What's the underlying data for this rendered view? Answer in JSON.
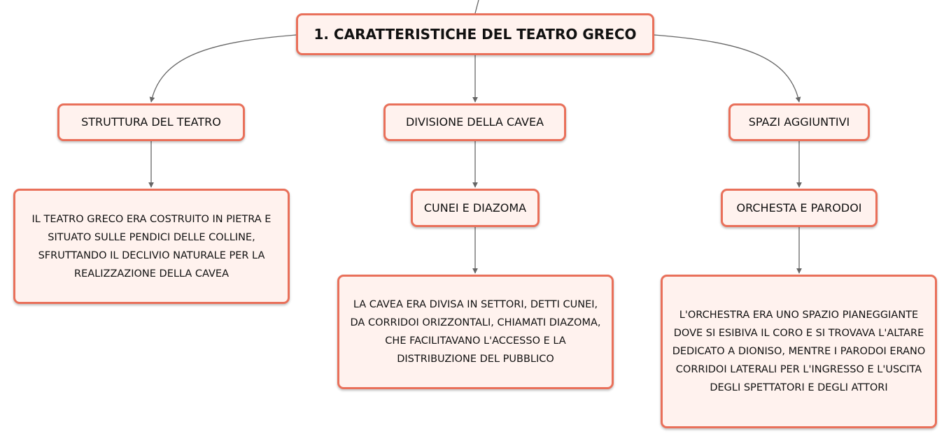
{
  "mindmap": {
    "root": {
      "label": "1. CARATTERISTICHE DEL TEATRO GRECO"
    },
    "branches": [
      {
        "label": "STRUTTURA DEL TEATRO",
        "detail": "IL TEATRO GRECO ERA COSTRUITO IN PIETRA E SITUATO SULLE PENDICI DELLE COLLINE, SFRUTTANDO IL DECLIVIO NATURALE PER LA REALIZZAZIONE DELLA CAVEA"
      },
      {
        "label": "DIVISIONE DELLA CAVEA",
        "sub_label": "CUNEI E DIAZOMA",
        "detail": "LA CAVEA ERA DIVISA IN SETTORI, DETTI CUNEI, DA CORRIDOI ORIZZONTALI, CHIAMATI DIAZOMA, CHE FACILITAVANO L'ACCESSO E LA DISTRIBUZIONE DEL PUBBLICO"
      },
      {
        "label": "SPAZI AGGIUNTIVI",
        "sub_label": "ORCHESTA E PARODOI",
        "detail": "L'ORCHESTRA ERA UNO SPAZIO PIANEGGIANTE DOVE SI ESIBIVA IL CORO E SI TROVAVA L'ALTARE DEDICATO A DIONISO, MENTRE I PARODOI ERANO CORRIDOI LATERALI PER L'INGRESSO E L'USCITA DEGLI SPETTATORI E DEGLI ATTORI"
      }
    ]
  },
  "style": {
    "node_border": "#e9705a",
    "node_fill": "#fff2ee",
    "connector": "#666666"
  }
}
